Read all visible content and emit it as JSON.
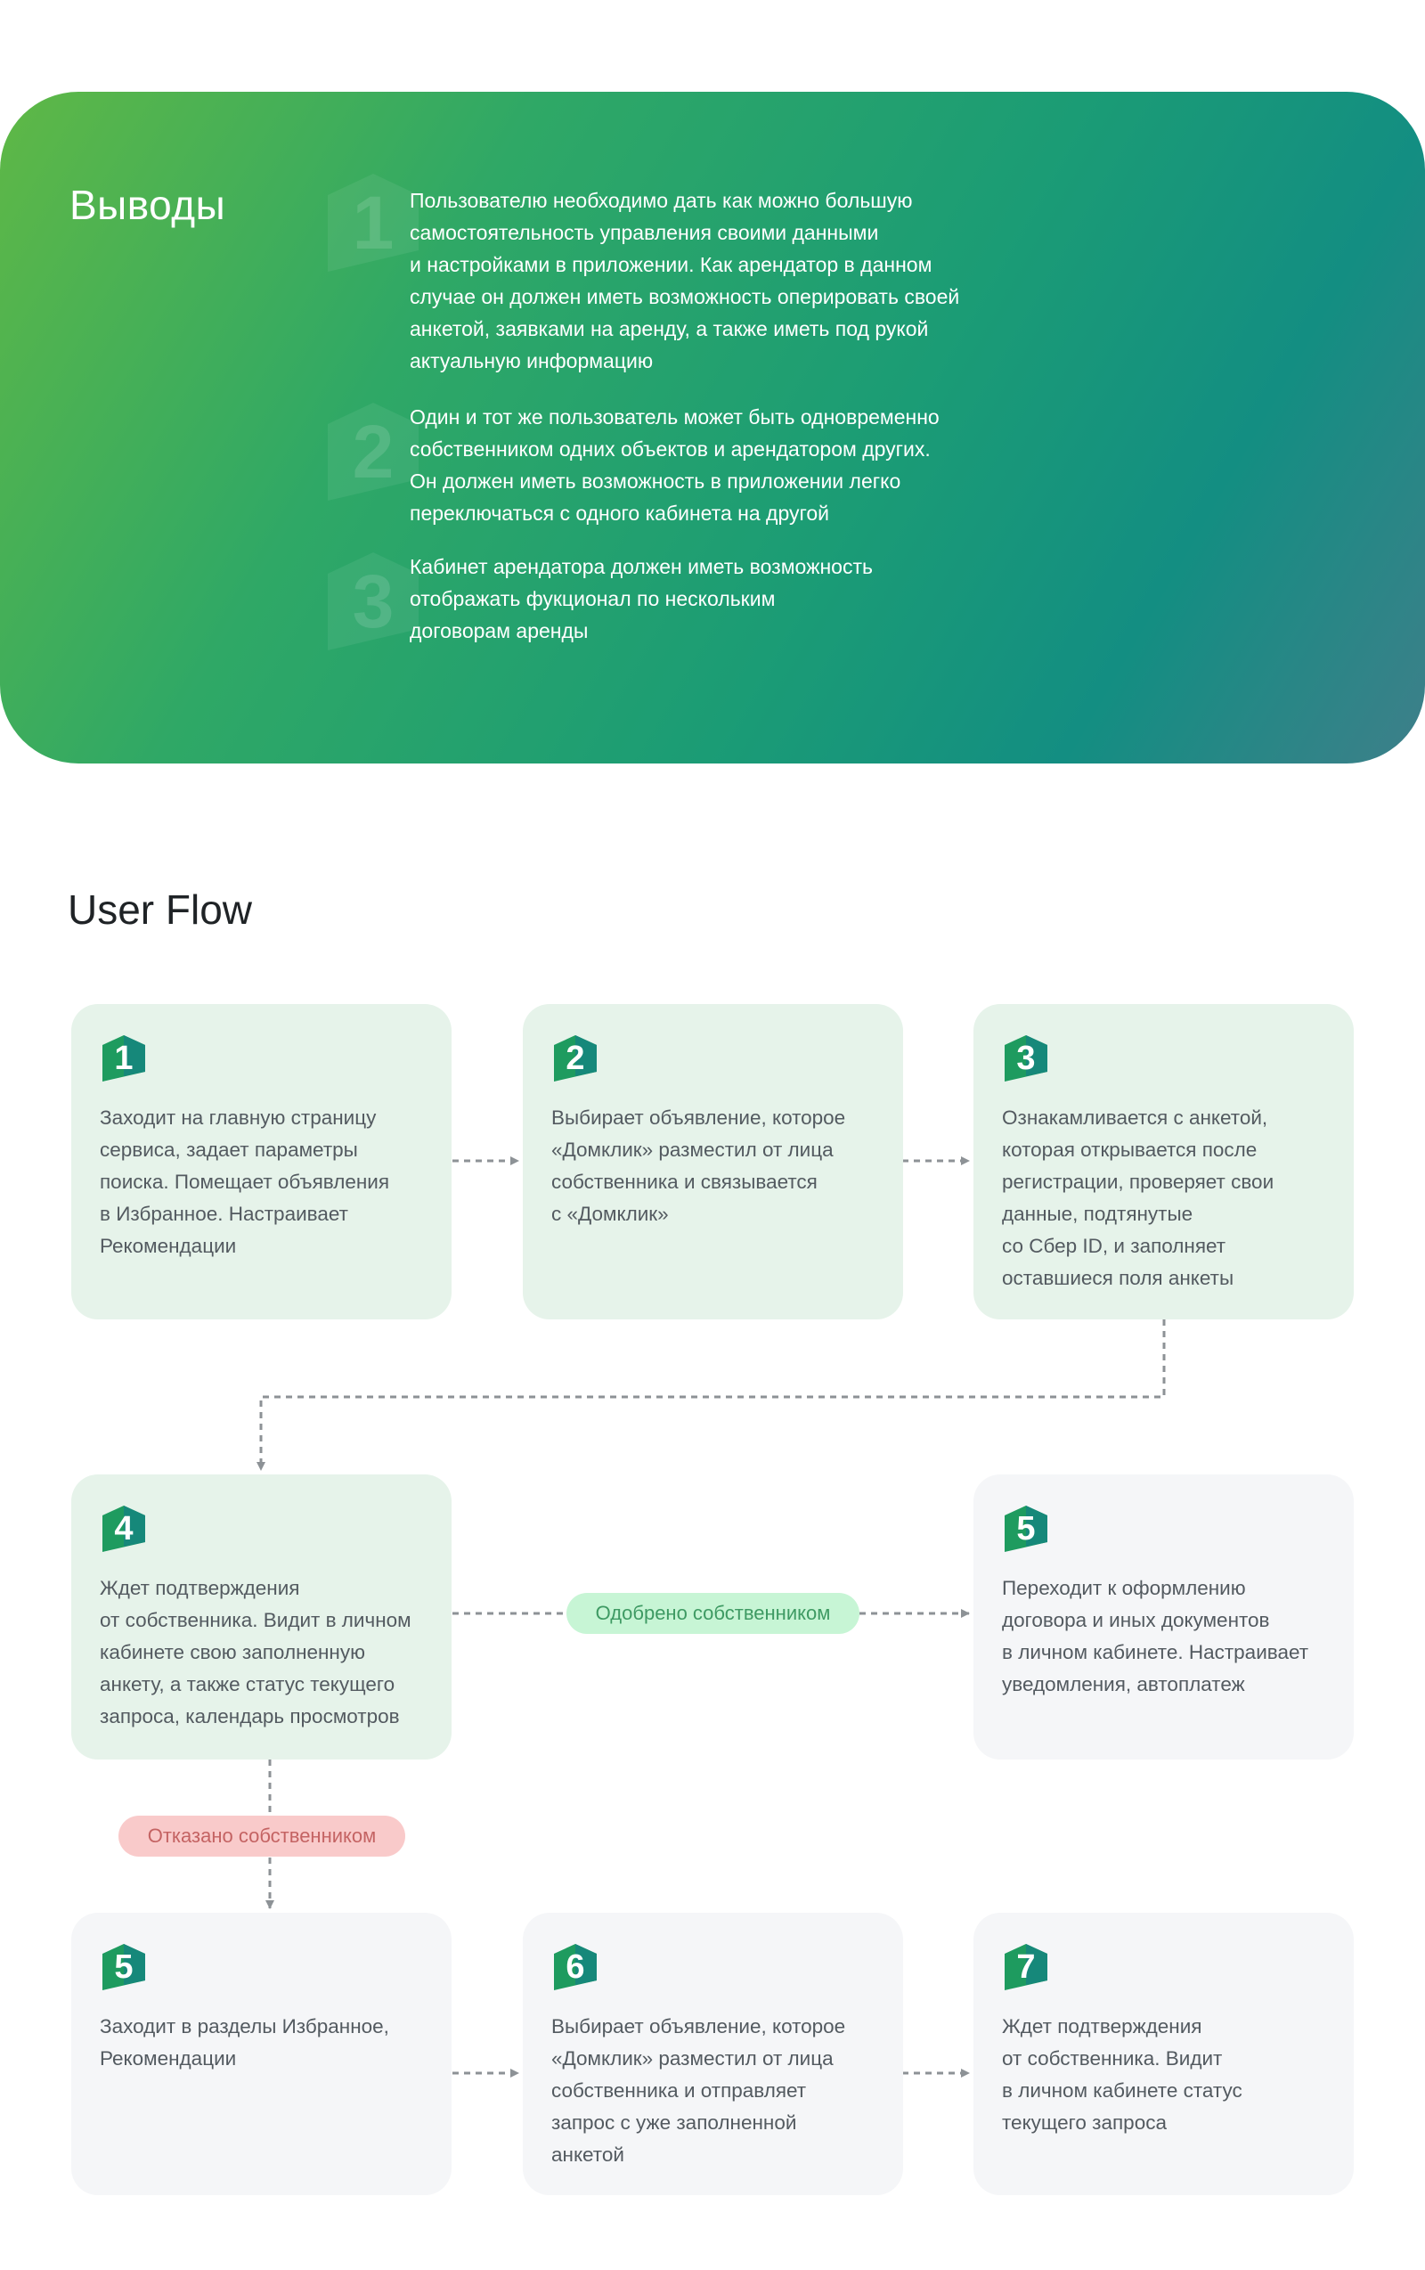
{
  "conclusions": {
    "title": "Выводы",
    "items": [
      {
        "number": "1",
        "text": "Пользователю необходимо дать как можно большую\nсамостоятельность управления своими данными\nи настройками в приложении. Как арендатор в данном\nслучае он должен иметь возможность оперировать своей\nанкетой, заявками на аренду, а также иметь под рукой\nактуальную информацию"
      },
      {
        "number": "2",
        "text": "Один и тот же пользователь может быть одновременно\nсобственником одних объектов и арендатором других.\nОн должен иметь возможность в приложении легко\nпереключаться с одного кабинета на другой"
      },
      {
        "number": "3",
        "text": "Кабинет арендатора должен иметь возможность\nотображать фукционал по нескольким\nдоговорам аренды"
      }
    ]
  },
  "user_flow": {
    "title": "User Flow",
    "steps": [
      {
        "number": "1",
        "text": "Заходит на главную страницу\nсервиса, задает параметры\nпоиска. Помещает объявления\nв Избранное. Настраивает\nРекомендации"
      },
      {
        "number": "2",
        "text": "Выбирает объявление, которое\n«Домклик» разместил от лица\nсобственника и связывается\nс «Домклик»"
      },
      {
        "number": "3",
        "text": "Ознакамливается с анкетой,\nкоторая открывается после\nрегистрации, проверяет свои\nданные, подтянутые\nсо Сбер ID, и заполняет\nоставшиеся поля анкеты"
      },
      {
        "number": "4",
        "text": "Ждет подтверждения\nот собственника. Видит в личном\nкабинете свою заполненную\nанкету, а также статус текущего\nзапроса, календарь просмотров"
      },
      {
        "number": "5",
        "text": "Переходит к оформлению\nдоговора и иных документов\nв личном кабинете. Настраивает\nуведомления, автоплатеж"
      },
      {
        "number": "5",
        "text": "Заходит в разделы Избранное,\nРекомендации"
      },
      {
        "number": "6",
        "text": "Выбирает объявление, которое\n«Домклик» разместил от лица\nсобственника и отправляет\nзапрос с уже заполненной\nанкетой"
      },
      {
        "number": "7",
        "text": "Ждет подтверждения\nот собственника. Видит\nв личном кабинете статус\nтекущего запроса"
      }
    ],
    "labels": {
      "approved": "Одобрено собственником",
      "rejected": "Отказано собственником"
    }
  },
  "colors": {
    "badge_green": "#1e9b5f",
    "badge_teal": "#16887a",
    "card_green": "#e6f3ea",
    "card_gray": "#f5f6f8",
    "connector": "#8d9296"
  }
}
